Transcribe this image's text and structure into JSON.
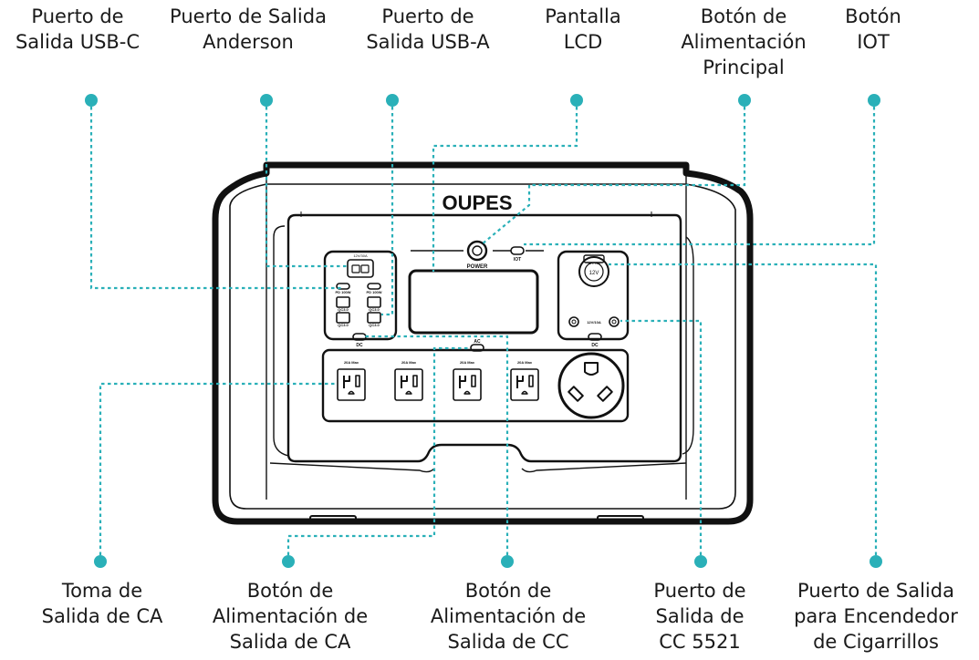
{
  "colors": {
    "leader": "#2ab0b8",
    "device": "#111111",
    "accent": "#2ab0b8"
  },
  "brand": "OUPES",
  "device_text": {
    "power": "POWER",
    "iot": "IOT",
    "dc": "DC",
    "ac": "AC",
    "anderson": "12V/30A",
    "pd1": "PD 100W",
    "pd2": "PD 100W",
    "qc1": "QC3.0",
    "qc2": "QC3.0",
    "qc3": "QC3.0",
    "qc4": "QC3.0",
    "cig": "12V",
    "cig_rating": "12V/10A",
    "dc5521": "12V/10A",
    "outlet_max": "20A Max"
  },
  "top_labels": [
    {
      "id": "usbc",
      "lines": [
        "Puerto de",
        "Salida USB-C"
      ]
    },
    {
      "id": "anderson",
      "lines": [
        "Puerto de Salida",
        "Anderson"
      ]
    },
    {
      "id": "usba",
      "lines": [
        "Puerto de",
        "Salida USB-A"
      ]
    },
    {
      "id": "lcd",
      "lines": [
        "Pantalla",
        "LCD"
      ]
    },
    {
      "id": "main-power",
      "lines": [
        "Botón de",
        "Alimentación",
        "Principal"
      ]
    },
    {
      "id": "iot",
      "lines": [
        "Botón",
        "IOT"
      ]
    }
  ],
  "bottom_labels": [
    {
      "id": "ac-outlet",
      "lines": [
        "Toma de",
        "Salida de CA"
      ]
    },
    {
      "id": "ac-power",
      "lines": [
        "Botón de",
        "Alimentación de",
        "Salida de CA"
      ]
    },
    {
      "id": "dc-power",
      "lines": [
        "Botón de",
        "Alimentación de",
        "Salida de CC"
      ]
    },
    {
      "id": "dc5521",
      "lines": [
        "Puerto de",
        "Salida de",
        "CC 5521"
      ]
    },
    {
      "id": "cigarette",
      "lines": [
        "Puerto de Salida",
        "para Encendedor",
        "de Cigarrillos"
      ]
    }
  ]
}
